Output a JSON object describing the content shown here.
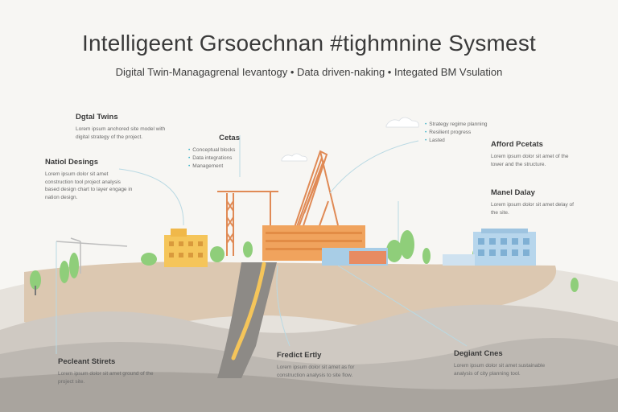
{
  "header": {
    "title": "Intelligeent Grsoechnan #tighmnine Sysmest",
    "subtitle": "Digital Twin-Managagrenal Ievantogy • Data driven-naking • Integated BM Vsulation"
  },
  "annotations": {
    "digital_twin": {
      "heading": "Dgtal Twins",
      "body": "Lorem ipsum anchored site model with digital strategy of the project."
    },
    "national_designs": {
      "heading": "Natiol Desings",
      "body": "Lorem ipsum dolor sit amet construction tool project analysis based design chart to layer engage in nation design."
    },
    "cetas": {
      "heading": "Cetas",
      "items": [
        "Conceptual blocks",
        "Data integrations",
        "Management"
      ]
    },
    "top_right_list": {
      "items": [
        "Strategy regime planning",
        "Resilient progress",
        "Lasted"
      ]
    },
    "affordable_portals": {
      "heading": "Afford Pcetats",
      "body": "Lorem ipsum dolor sit amet of the tower and the structure."
    },
    "manual_delay": {
      "heading": "Manel Dalay",
      "body": "Lorem ipsum dolor sit amet delay of the site."
    },
    "precinct_statistics": {
      "heading": "Pecleant Stirets",
      "body": "Lorem ipsum dolor sit amet ground of the project site."
    },
    "predict_entry": {
      "heading": "Fredict Ertly",
      "body": "Lorem ipsum dolor sit amet as for construction analysis to site flow."
    },
    "design_cities": {
      "heading": "Degiant Cnes",
      "body": "Lorem ipsum dolor sit amet sustainable analysis of city planning tool."
    }
  },
  "colors": {
    "accent": "#3fb3c9",
    "crane": "#e08a55",
    "building_orange": "#f0a35d",
    "building_yellow": "#f5c55a",
    "building_blue": "#a8cde6",
    "ground_light": "#e9d9c8",
    "ground_mid": "#d9c3ab",
    "road": "#8d8a86",
    "tree": "#8fce7a"
  }
}
